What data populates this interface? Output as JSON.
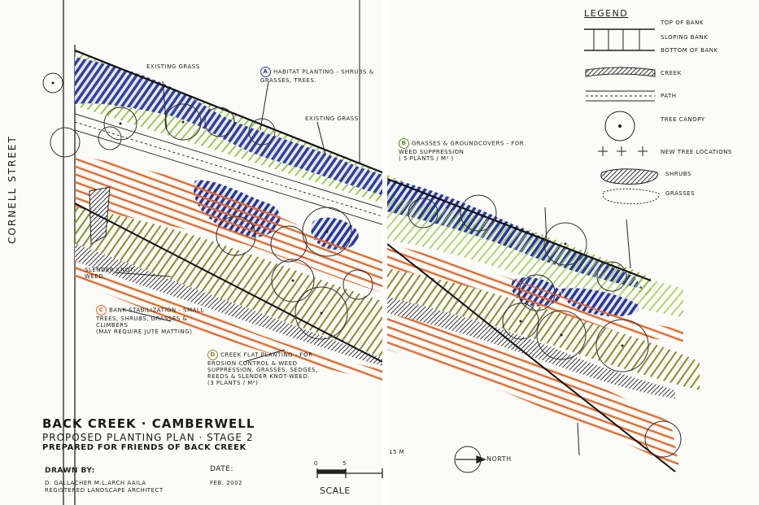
{
  "street": "CORNELL STREET",
  "labels": {
    "existing_grass_1": "EXISTING GRASS",
    "existing_grass_2": "EXISTING GRASS",
    "habitat_badge": "A",
    "habitat": "HABITAT PLANTING - SHRUBS & GRASSES, TREES.",
    "grasses_badge": "B",
    "grasses": "GRASSES & GROUNDCOVERS - FOR WEED SUPPRESSION",
    "grasses_note": "( 5 PLANTS / M² )",
    "slender": "SLENDER KNOT-WEED",
    "bank_badge": "C",
    "bank": "BANK STABILIZATION - SMALL TREES, SHRUBS, GRASSES & CLIMBERS",
    "bank_note": "(MAY REQUIRE JUTE MATTING)",
    "creek_badge": "D",
    "creek_flat": "CREEK FLAT PLANTING - FOR EROSION CONTROL & WEED SUPPRESSION. GRASSES, SEDGES, REEDS & SLENDER KNOT-WEED.",
    "creek_note": "(3 PLANTS / M²)"
  },
  "title": {
    "line1": "BACK CREEK · CAMBERWELL",
    "line2": "PROPOSED PLANTING PLAN · STAGE 2",
    "line3": "PREPARED FOR FRIENDS OF BACK CREEK"
  },
  "drawn": {
    "label": "DRAWN BY:",
    "name": "D. GALLACHER  M.L.ARCH  AAILA",
    "role": "REGISTERED LANDSCAPE ARCHITECT",
    "date_label": "DATE:",
    "date": "FEB. 2002"
  },
  "scale": {
    "label": "SCALE",
    "t0": "0",
    "t5": "5",
    "t15": "15 m"
  },
  "north": "NORTH",
  "legend": {
    "title": "LEGEND",
    "top_of_bank": "TOP OF BANK",
    "sloping_bank": "SLOPING BANK",
    "bottom_of_bank": "BOTTOM OF BANK",
    "creek": "CREEK",
    "path": "PATH",
    "tree_canopy": "TREE CANOPY",
    "new_tree": "NEW TREE LOCATIONS",
    "shrubs": "SHRUBS",
    "grasses": "GRASSES"
  },
  "colors": {
    "blue": "#27389a",
    "green": "#8fc43a",
    "orange": "#e8692a",
    "olive": "#8c8a2c",
    "ink": "#1a1a1a"
  }
}
